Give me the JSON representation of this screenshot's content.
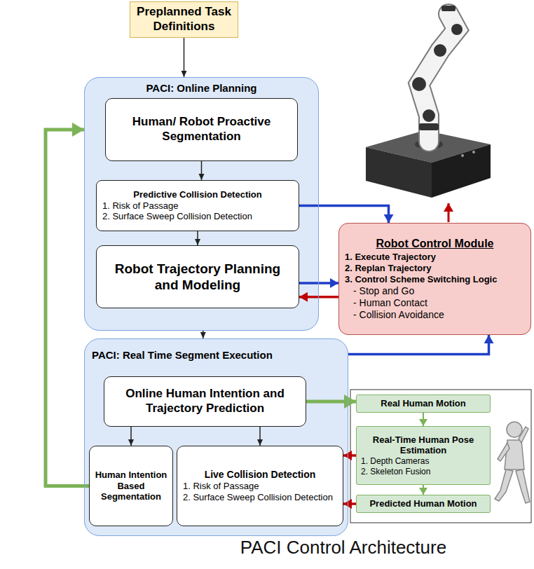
{
  "diagram": {
    "caption": "PACI Control Architecture",
    "nodes": [
      {
        "text": [
          "Preplanned Task Definitions"
        ]
      },
      {
        "text": [
          "PACI: Online Planning"
        ]
      },
      {
        "text": [
          "Human/ Robot Proactive Segmentation"
        ],
        "in": 1
      },
      {
        "text": [
          "Predictive Collision Detection",
          "1. Risk of Passage",
          "2. Surface Sweep Collision Detection"
        ],
        "in": 1
      },
      {
        "text": [
          "Robot Trajectory Planning and Modeling"
        ],
        "in": 1
      },
      {
        "text": [
          "Robot Control Module",
          "1. Execute Trajectory",
          "2. Replan Trajectory",
          "3. Control Scheme Switching Logic",
          "- Stop and Go",
          "- Human Contact",
          "- Collision Avoidance"
        ]
      },
      {
        "text": [
          "PACI: Real Time Segment Execution"
        ]
      },
      {
        "text": [
          "Online Human Intention and Trajectory Prediction"
        ],
        "in": 6
      },
      {
        "text": [
          "Human Intention Based Segmentation"
        ],
        "in": 6
      },
      {
        "text": [
          "Live Collision Detection",
          "1. Risk of Passage",
          "2. Surface Sweep Collision Detection"
        ],
        "in": 6
      },
      {
        "text": [
          "Real Human Motion"
        ]
      },
      {
        "text": [
          "Real-Time Human Pose Estimation",
          "1. Depth Cameras",
          "2. Skeleton Fusion"
        ]
      },
      {
        "text": [
          "Predicted Human Motion"
        ]
      }
    ],
    "edges": [
      {
        "from": 0,
        "to": 1,
        "arrow": "to"
      },
      {
        "from": 2,
        "to": 3,
        "arrow": "to"
      },
      {
        "from": 3,
        "to": 4,
        "arrow": "to"
      },
      {
        "from": 3,
        "to": 5,
        "arrow": "to"
      },
      {
        "from": 4,
        "to": 5,
        "arrow": "to"
      },
      {
        "from": 5,
        "to": 4,
        "arrow": "to"
      },
      {
        "from": 1,
        "to": 6,
        "arrow": "to"
      },
      {
        "from": 6,
        "to": 5,
        "arrow": "to"
      },
      {
        "from": 7,
        "to": 8,
        "arrow": "to"
      },
      {
        "from": 7,
        "to": 9,
        "arrow": "to"
      },
      {
        "from": 8,
        "to": 1,
        "arrow": "to"
      },
      {
        "from": 7,
        "to": 10,
        "arrow": "to"
      },
      {
        "from": 11,
        "to": 9,
        "arrow": "to"
      },
      {
        "from": 12,
        "to": 9,
        "arrow": "to"
      },
      {
        "from": 10,
        "to": 11,
        "arrow": "to"
      },
      {
        "from": 11,
        "to": 12,
        "arrow": "to"
      }
    ]
  }
}
